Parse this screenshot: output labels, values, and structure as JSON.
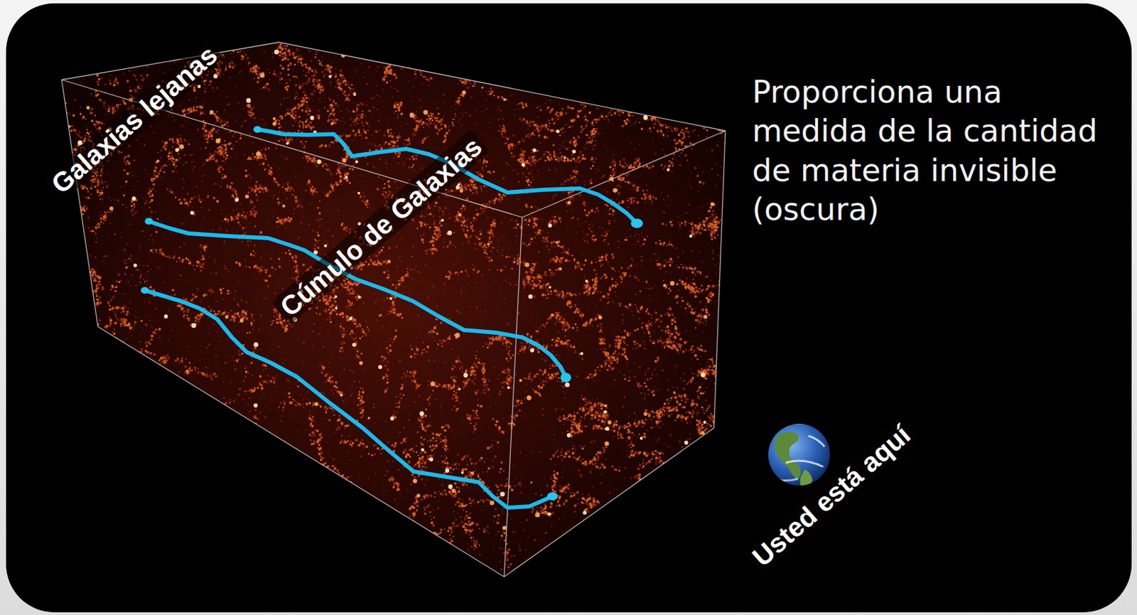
{
  "diagram": {
    "labels": [
      "Galaxias lejanas",
      "Cúmulo de Galaxias",
      "Proporciona una medida de la cantidad de materia invisible (oscura)",
      "Usted está aquí"
    ]
  }
}
